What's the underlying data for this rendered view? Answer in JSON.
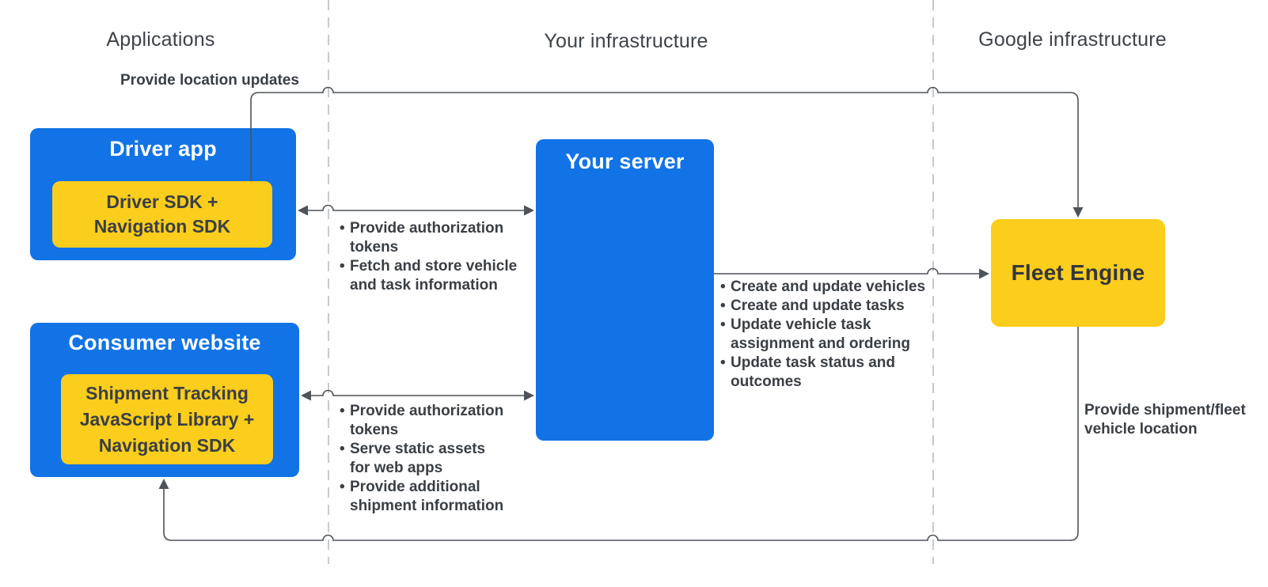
{
  "columns": {
    "applications": "Applications",
    "your_infrastructure": "Your infrastructure",
    "google_infrastructure": "Google infrastructure"
  },
  "nodes": {
    "driver_app": {
      "title": "Driver app",
      "sdk": "Driver SDK +\nNavigation SDK"
    },
    "consumer_website": {
      "title": "Consumer website",
      "sdk": "Shipment Tracking\nJavaScript Library +\nNavigation SDK"
    },
    "your_server": {
      "title": "Your server"
    },
    "fleet_engine": {
      "title": "Fleet Engine"
    }
  },
  "edge_labels": {
    "provide_location_updates": "Provide location updates",
    "provide_shipment_fleet": "Provide shipment/fleet\nvehicle location"
  },
  "lists": {
    "driver_server": [
      "Provide authorization\ntokens",
      "Fetch and store vehicle\nand task information"
    ],
    "consumer_server": [
      "Provide authorization\ntokens",
      "Serve static assets\nfor web apps",
      "Provide additional\nshipment information"
    ],
    "server_fleet": [
      "Create and update vehicles",
      "Create and update tasks",
      "Update vehicle task\nassignment and ordering",
      "Update task status and\noutcomes"
    ]
  },
  "colors": {
    "box_blue": "#1173E6",
    "box_yellow": "#FBCD1C",
    "connector_line": "#4E535A",
    "divider_dashed": "#B8BDC3",
    "text_dark": "#3A3F45",
    "text_light": "#FFFFFF"
  }
}
